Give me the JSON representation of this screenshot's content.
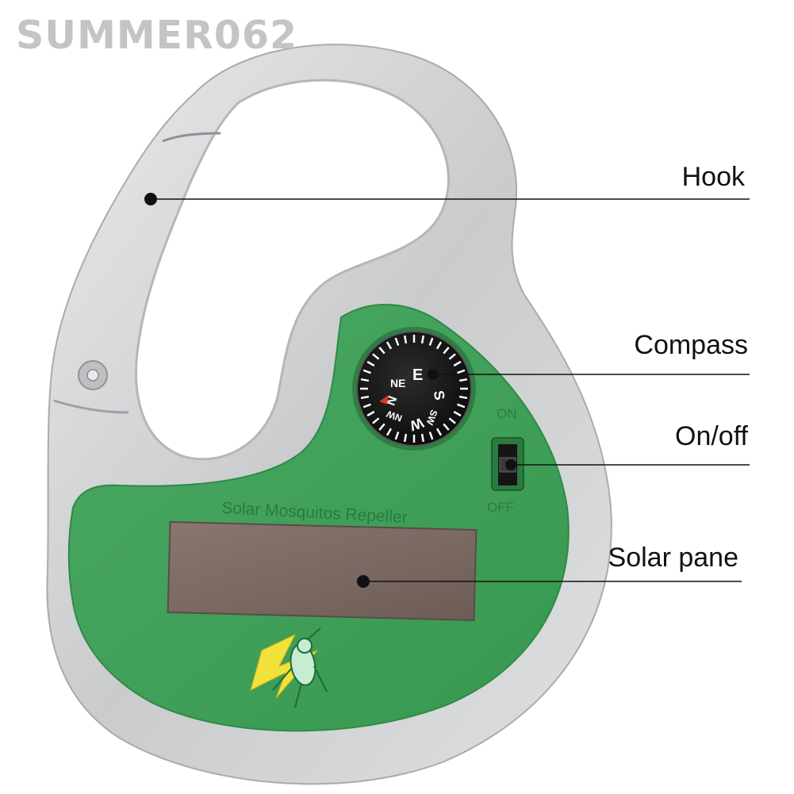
{
  "watermark": "SUMMER062",
  "product": {
    "panel_title": "Solar Mosquitos Repeller",
    "switch_on": "ON",
    "switch_off": "OFF",
    "compass_letters": {
      "n": "N",
      "ne": "NE",
      "e": "E",
      "s": "S",
      "sw": "SW",
      "w": "W",
      "nw": "NW"
    }
  },
  "callouts": [
    {
      "id": "hook",
      "label": "Hook"
    },
    {
      "id": "compass",
      "label": "Compass"
    },
    {
      "id": "onoff",
      "label": "On/off"
    },
    {
      "id": "solar",
      "label": "Solar pane"
    }
  ],
  "colors": {
    "green_panel": "#3fa55a",
    "silver": "#cfd2d4",
    "solar": "#7d6a63",
    "compass_face": "#1c1c1c",
    "callout_line": "#111111"
  },
  "icons": {
    "mascot": "mosquito-mascot-icon",
    "needle": "compass-needle-icon"
  }
}
